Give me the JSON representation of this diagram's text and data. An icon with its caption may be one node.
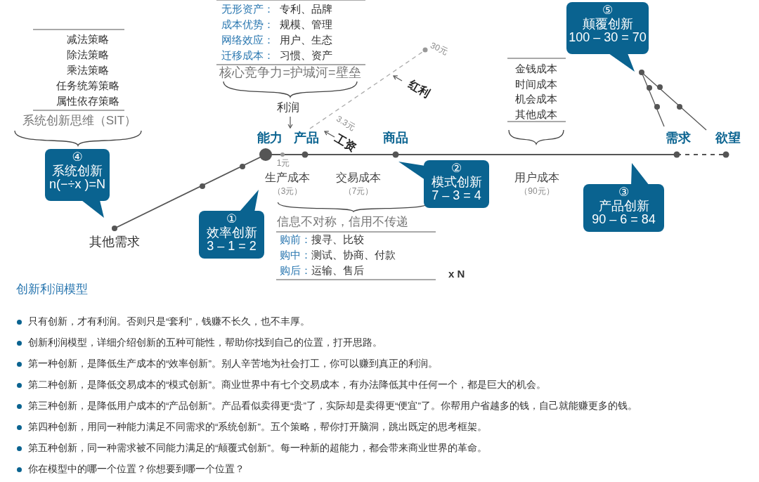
{
  "diagram": {
    "title": "创新利润模型",
    "nodes": [
      {
        "text": [
          "⑤",
          "颠覆创新",
          "100 – 30 = 70"
        ]
      },
      {
        "text": [
          "④",
          "系统创新",
          "n(−÷x )=N"
        ]
      },
      {
        "text": [
          "②",
          "模式创新",
          "7 – 3 = 4"
        ]
      },
      {
        "text": [
          "③",
          "产品创新",
          "90 – 6 = 84"
        ]
      },
      {
        "text": [
          "①",
          "效率创新",
          "3 – 1 = 2"
        ]
      }
    ],
    "labels": [
      "无形资产：",
      "专利、品牌",
      "成本优势：",
      "规模、管理",
      "网络效应：",
      "用户、生态",
      "迁移成本：",
      "习惯、资产",
      "30元",
      "减法策略",
      "除法策略",
      "乘法策略",
      "任务统筹策略",
      "属性依存策略",
      "核心竞争力=护城河=壁垒",
      "红利",
      "金钱成本",
      "时间成本",
      "机会成本",
      "其他成本",
      "利润",
      "系统创新思维（SIT）",
      "3.3元",
      "能力",
      "产品",
      "工资",
      "商品",
      "需求",
      "欲望",
      "1元",
      "生产成本",
      "（3元）",
      "交易成本",
      "（7元）",
      "用户成本",
      "（90元）",
      "其他需求",
      "信息不对称，信用不传递",
      "购前：",
      "搜寻、比较",
      "购中：",
      "测试、协商、付款",
      "购后：",
      "运输、售后",
      "x N",
      "只有创新，才有利润。否则只是“套利”，钱赚不长久，也不丰厚。",
      "创新利润模型，详细介绍创新的五种可能性，帮助你找到自己的位置，打开思路。",
      "第一种创新，是降低生产成本的“效率创新”。别人辛苦地为社会打工，你可以赚到真正的利润。",
      "第二种创新，是降低交易成本的“模式创新”。商业世界中有七个交易成本，有办法降低其中任何一个，都是巨大的机会。",
      "第三种创新，是降低用户成本的“产品创新”。产品看似卖得更“贵”了，实际却是卖得更“便宜”了。你帮用户省越多的钱，自己就能赚更多的钱。",
      "第四种创新，用同一种能力满足不同需求的“系统创新”。五个策略，帮你打开脑洞，跳出既定的思考框架。",
      "第五种创新，同一种需求被不同能力满足的“颠覆式创新”。每一种新的超能力，都会带来商业世界的革命。",
      "你在模型中的哪一个位置？你想要到哪一个位置？"
    ]
  }
}
